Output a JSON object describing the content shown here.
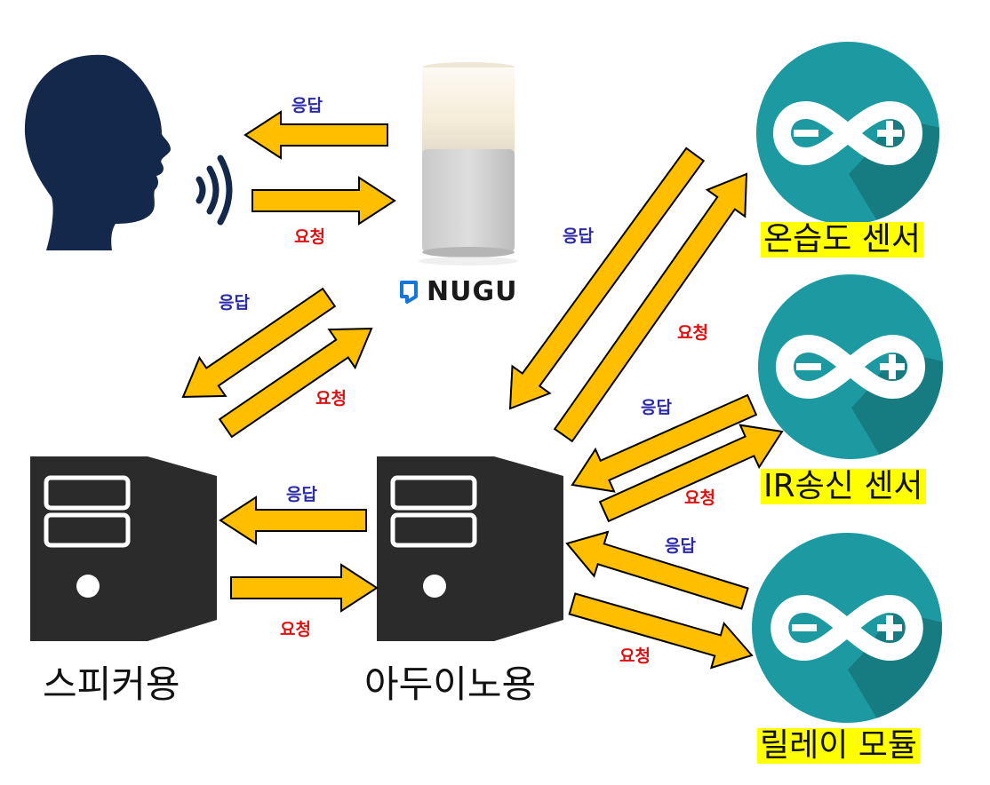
{
  "labels": {
    "speaker_server": "스피커용",
    "arduino_server": "아두이노용",
    "nugu_brand": "NUGU",
    "sensor_temp_humidity": "온습도 센서",
    "sensor_ir": "IR송신 센서",
    "relay_module": "릴레이 모듈"
  },
  "arrow_labels": {
    "user_response": "응답",
    "user_request": "요청",
    "nugu_server_response": "응답",
    "nugu_server_request": "요청",
    "server_server_response": "응답",
    "server_server_request": "요청",
    "temp_response": "응답",
    "temp_request": "요청",
    "ir_response": "응답",
    "ir_request": "요청",
    "relay_response": "응답",
    "relay_request": "요청"
  },
  "colors": {
    "arrow_fill": "#ffbf00",
    "arrow_stroke": "#000000",
    "response_text": "#2a2aa8",
    "request_text": "#e01010",
    "highlight": "#ffff00",
    "arduino_teal": "#1d9aa1",
    "arduino_shadow": "#167c82",
    "server_dark": "#2b2b2b",
    "head_navy": "#14284b"
  },
  "icons": [
    "head-speaking-icon",
    "nugu-speaker-icon",
    "nugu-logo-icon",
    "server-icon",
    "arduino-icon"
  ]
}
